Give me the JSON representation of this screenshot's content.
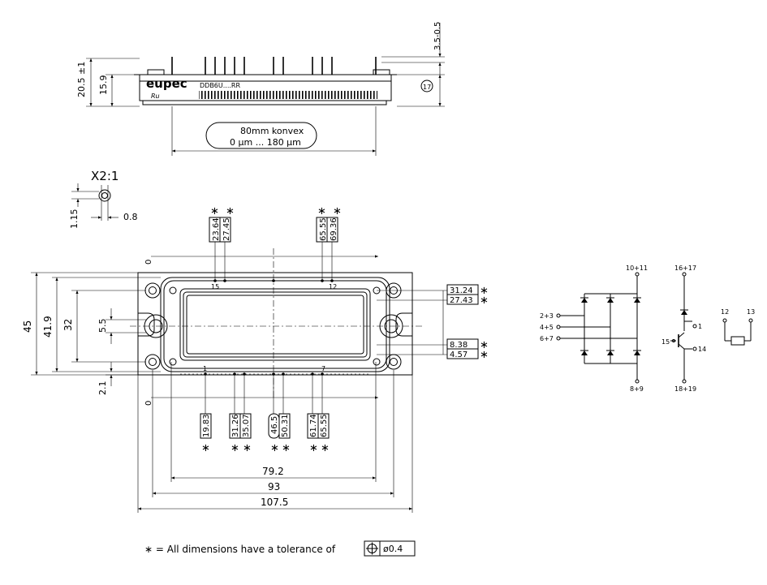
{
  "side_view": {
    "brand": "eupec",
    "part_number": "DDB6U....RR",
    "ul_mark": "Ru",
    "dim_height_total": "20.5 ±1",
    "dim_height_body": "15.9",
    "dim_pin_top": "3.5-0.5",
    "circle_label": "17",
    "note_line1": "80mm konvex",
    "note_line2": "0 µm ... 180 µm"
  },
  "detail": {
    "label": "X2:1",
    "dim_height": "1.15",
    "dim_width": "0.8"
  },
  "top_view": {
    "dim_height_45": "45",
    "dim_height_419": "41.9",
    "dim_height_32": "32",
    "dim_55": "5.5",
    "dim_21": "2.1",
    "zero_top": "0",
    "zero_bottom": "0",
    "top_dims": [
      "23.64",
      "27.45",
      "65.55",
      "69.36"
    ],
    "right_dims": [
      "31.24",
      "27.43",
      "8.38",
      "4.57"
    ],
    "bottom_dims": [
      "19.83",
      "31.26",
      "35.07",
      "46.5",
      "50.31",
      "61.74",
      "65.55"
    ],
    "pin_labels": {
      "p15": "15",
      "p12": "12",
      "p1": "1",
      "p7": "7"
    },
    "dim_792": "79.2",
    "dim_93": "93",
    "dim_1075": "107.5",
    "asterisk": "∗"
  },
  "schematic": {
    "labels": {
      "l1011": "10+11",
      "l1617": "16+17",
      "l23": "2+3",
      "l45": "4+5",
      "l67": "6+7",
      "l89": "8+9",
      "l1819": "18+19",
      "l15": "15",
      "l1": "1",
      "l14": "14",
      "l12": "12",
      "l13": "13"
    }
  },
  "footnote": {
    "prefix": "∗ = All dimensions have a tolerance of",
    "value": "ø0.4"
  }
}
